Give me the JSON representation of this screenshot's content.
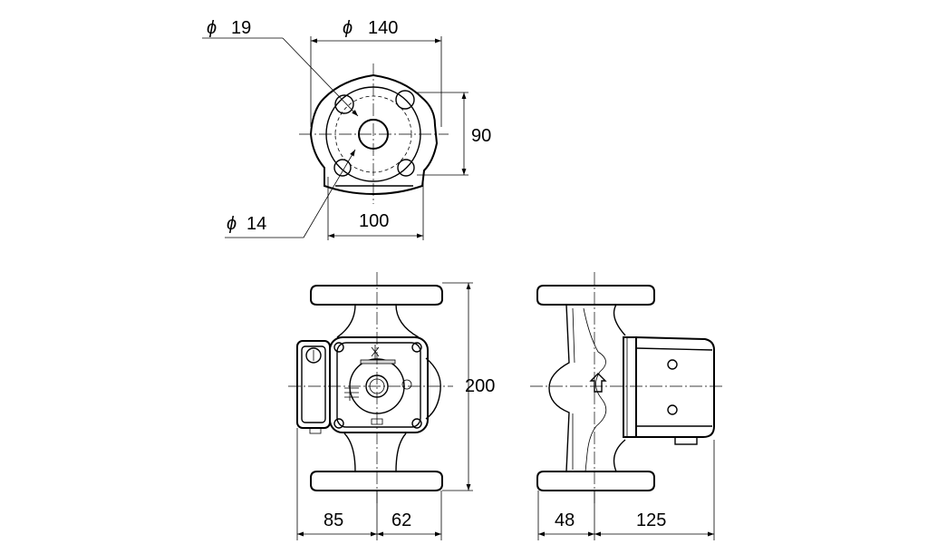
{
  "drawing": {
    "dimensions": {
      "bolt_hole_large": "19",
      "flange_diameter": "140",
      "vertical_hole_spacing": "90",
      "bolt_hole_small": "14",
      "horizontal_hole_spacing": "100",
      "overall_height": "200",
      "front_left_width": "85",
      "front_right_width": "62",
      "side_left_width": "48",
      "side_right_width": "125"
    },
    "diameter_symbol": "ϕ"
  }
}
